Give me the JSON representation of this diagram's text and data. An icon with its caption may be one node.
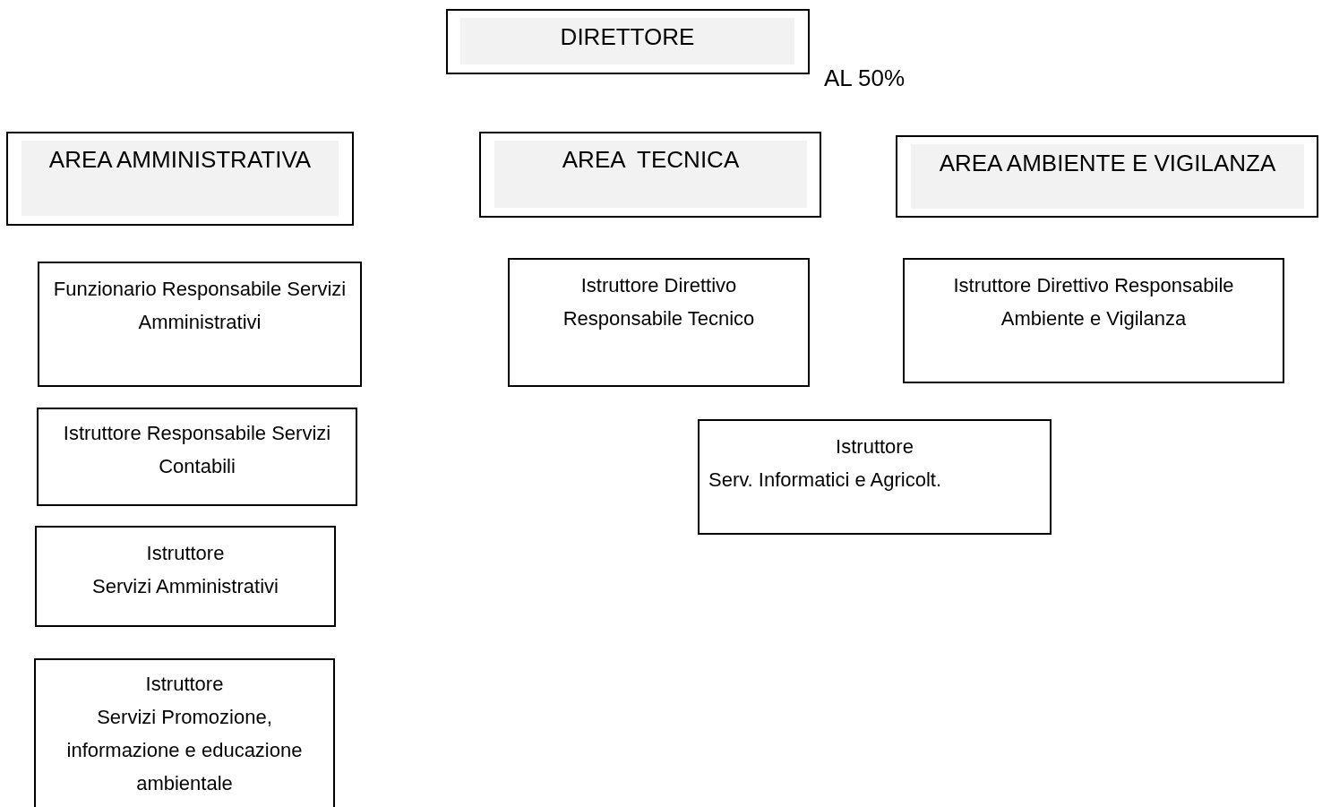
{
  "diagram": {
    "nodes": [
      {
        "text": [
          "DIRETTORE"
        ],
        "beside": [
          "AL 50%"
        ]
      },
      {
        "text": [
          "AREA AMMINISTRATIVA"
        ]
      },
      {
        "text": [
          "AREA  TECNICA"
        ]
      },
      {
        "text": [
          "AREA AMBIENTE E VIGILANZA"
        ]
      },
      {
        "text": [
          "Funzionario Responsabile Servizi Amministrativi"
        ]
      },
      {
        "text": [
          "Istruttore Direttivo Responsabile Tecnico"
        ]
      },
      {
        "text": [
          "Istruttore Direttivo Responsabile Ambiente e Vigilanza"
        ]
      },
      {
        "text": [
          "Istruttore Responsabile Servizi Contabili"
        ]
      },
      {
        "text": [
          "Istruttore",
          "Serv. Informatici e Agricolt."
        ]
      },
      {
        "text": [
          "Istruttore",
          "Servizi Amministrativi"
        ]
      },
      {
        "text": [
          "Istruttore",
          "Servizi Promozione, informazione e educazione ambientale"
        ]
      }
    ],
    "edges": []
  }
}
